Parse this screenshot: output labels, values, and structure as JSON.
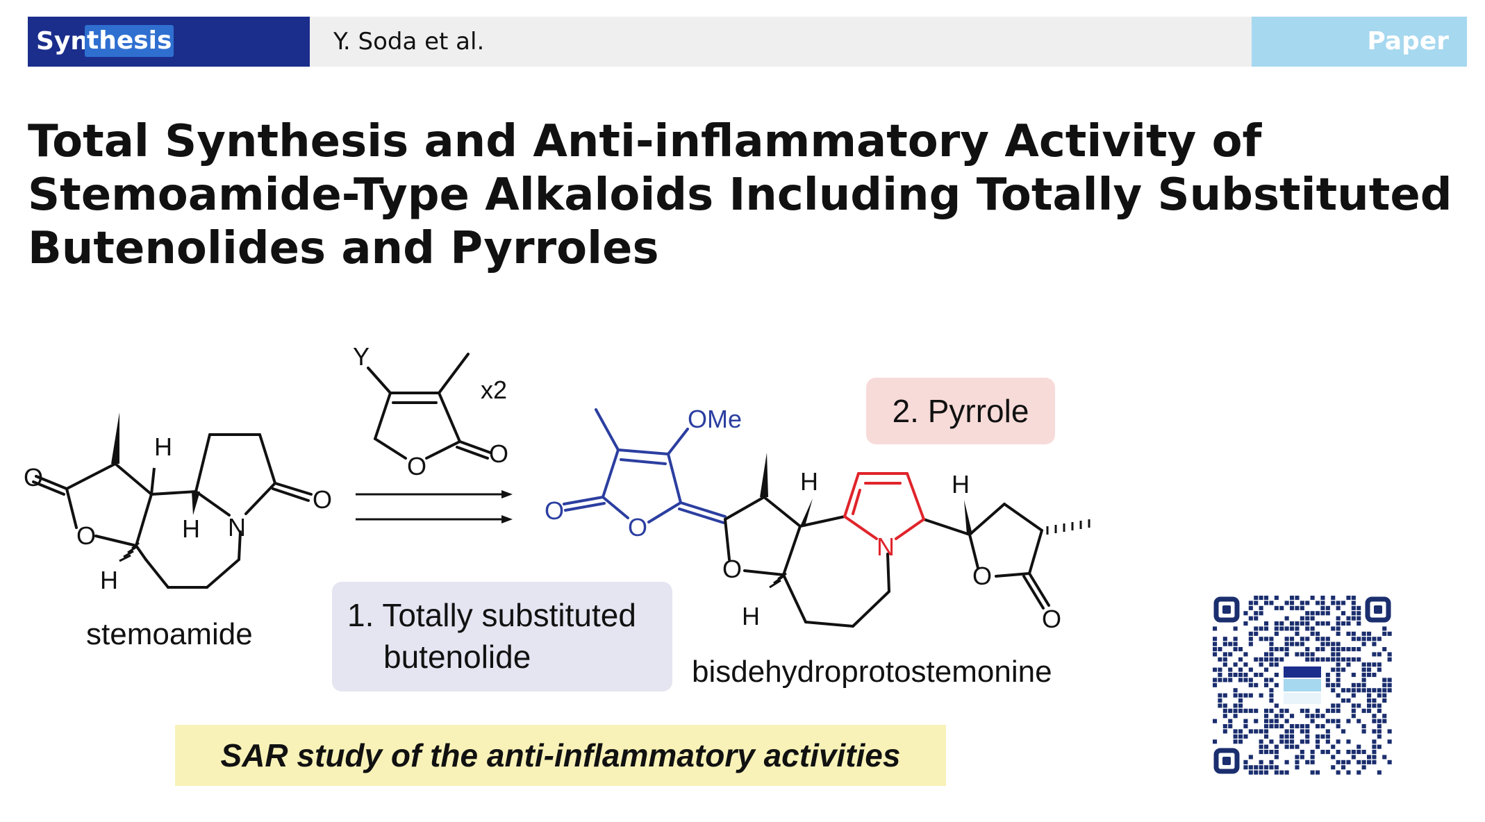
{
  "header": {
    "journal_part1": "Syn",
    "journal_part2": "thesis",
    "authors": "Y. Soda et al.",
    "article_type": "Paper",
    "colors": {
      "logo_bg": "#1b2e8c",
      "logo_highlight": "#2f6fd0",
      "type_bg": "#a6d8ef",
      "bar_bg": "#efefef"
    }
  },
  "title": "Total Synthesis and Anti-inflammatory Activity of Stemoamide-Type Alkaloids Including Totally Substituted Butenolides and Pyrroles",
  "scheme": {
    "start_name": "stemoamide",
    "product_name": "bisdehydroprotostemonine",
    "reagent_substituent": "Y",
    "reagent_equiv": "x2",
    "product_substituent": "OMe",
    "atom_O": "O",
    "atom_N": "N",
    "atom_H": "H",
    "step1": {
      "line1": "1. Totally substituted",
      "line2": "butenolide"
    },
    "step2": "2. Pyrrole",
    "banner": "SAR study of the anti-inflammatory activities",
    "colors": {
      "butenolide": "#2b3ea0",
      "pyrrole": "#e0242b",
      "step1_bg": "#e5e4f1",
      "step2_bg": "#f7dbd9",
      "banner_bg": "#f8f2b8"
    }
  },
  "qr_code": {
    "icon": "qr-code-icon"
  }
}
